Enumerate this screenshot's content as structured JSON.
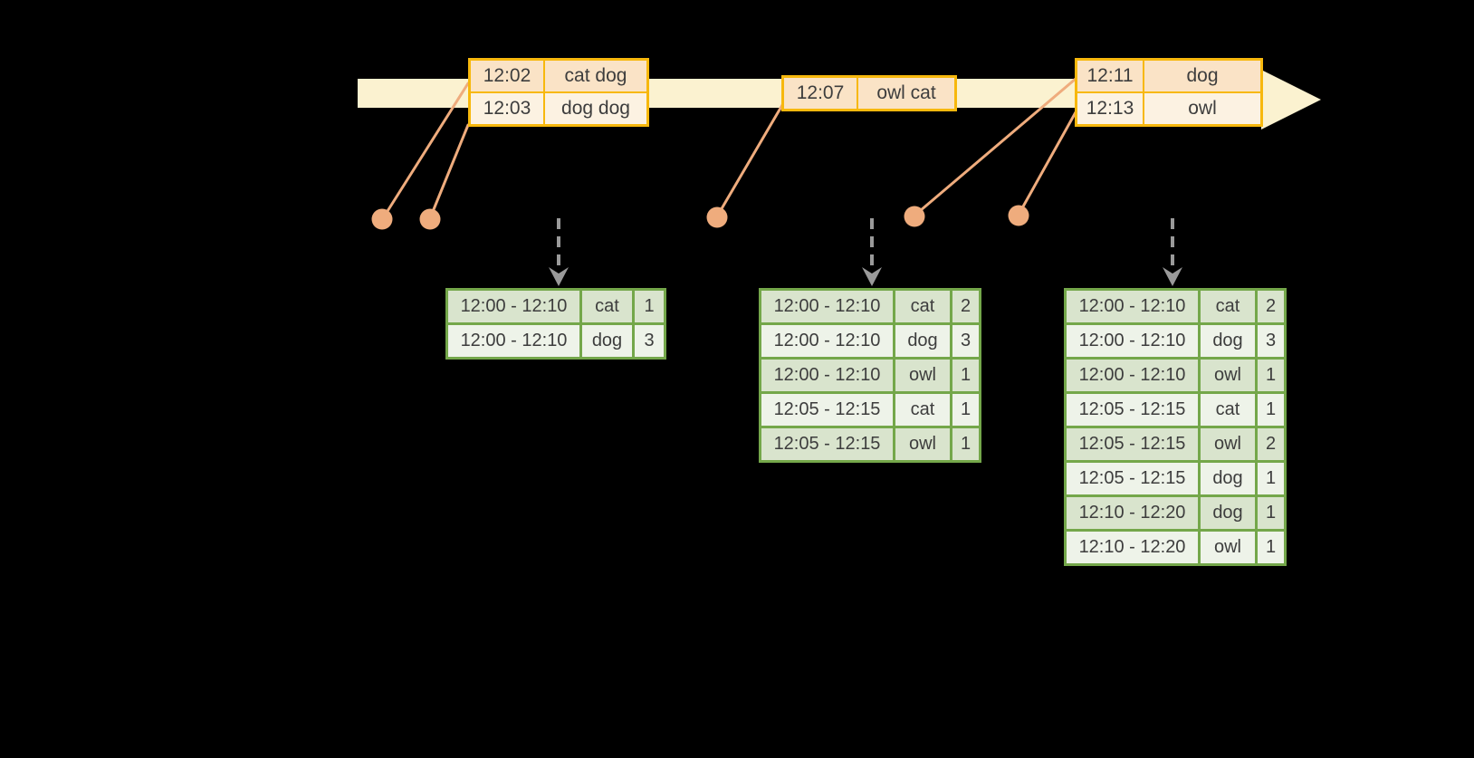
{
  "colors": {
    "bg": "#000000",
    "band": "#FBF2D0",
    "orange": "#F7B80D",
    "peach": "#FAE3C6",
    "cream": "#FCF2E2",
    "green": "#74A74A",
    "green-dark": "#D9E4CD",
    "green-light": "#EEF3E9",
    "salmon": "#EFAC7D",
    "gray": "#9A9A9A",
    "ink": "#3D3D3D"
  },
  "events": [
    {
      "rows": [
        {
          "time": "12:02",
          "words": "cat dog"
        },
        {
          "time": "12:03",
          "words": "dog dog"
        }
      ]
    },
    {
      "rows": [
        {
          "time": "12:07",
          "words": "owl cat"
        }
      ]
    },
    {
      "rows": [
        {
          "time": "12:11",
          "words": "dog"
        },
        {
          "time": "12:13",
          "words": "owl"
        }
      ]
    }
  ],
  "results": [
    {
      "rows": [
        {
          "window": "12:00 - 12:10",
          "word": "cat",
          "count": "1"
        },
        {
          "window": "12:00 - 12:10",
          "word": "dog",
          "count": "3"
        }
      ]
    },
    {
      "rows": [
        {
          "window": "12:00 - 12:10",
          "word": "cat",
          "count": "2"
        },
        {
          "window": "12:00 - 12:10",
          "word": "dog",
          "count": "3"
        },
        {
          "window": "12:00 - 12:10",
          "word": "owl",
          "count": "1"
        },
        {
          "window": "12:05 - 12:15",
          "word": "cat",
          "count": "1"
        },
        {
          "window": "12:05 - 12:15",
          "word": "owl",
          "count": "1"
        }
      ]
    },
    {
      "rows": [
        {
          "window": "12:00 - 12:10",
          "word": "cat",
          "count": "2"
        },
        {
          "window": "12:00 - 12:10",
          "word": "dog",
          "count": "3"
        },
        {
          "window": "12:00 - 12:10",
          "word": "owl",
          "count": "1"
        },
        {
          "window": "12:05 - 12:15",
          "word": "cat",
          "count": "1"
        },
        {
          "window": "12:05 - 12:15",
          "word": "owl",
          "count": "2"
        },
        {
          "window": "12:05 - 12:15",
          "word": "dog",
          "count": "1"
        },
        {
          "window": "12:10 - 12:20",
          "word": "dog",
          "count": "1"
        },
        {
          "window": "12:10 - 12:20",
          "word": "owl",
          "count": "1"
        }
      ]
    }
  ]
}
